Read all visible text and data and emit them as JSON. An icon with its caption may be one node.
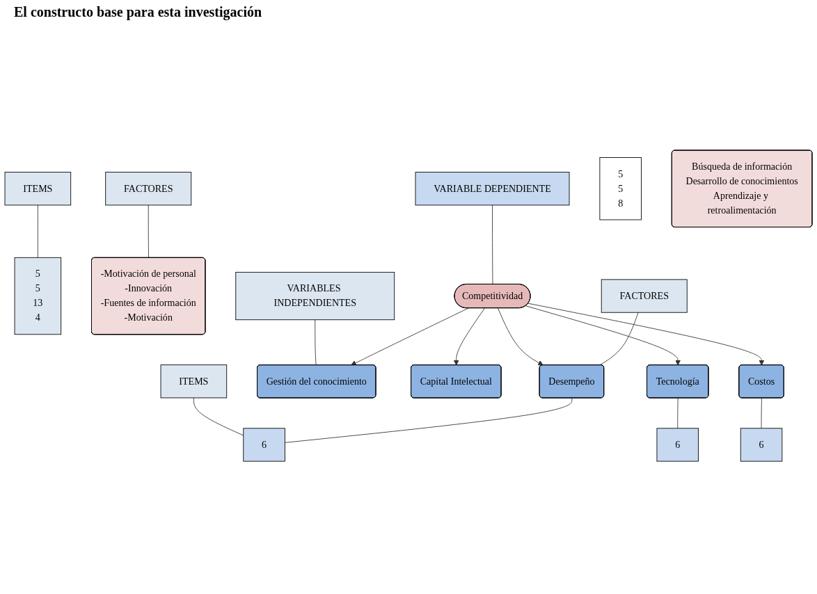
{
  "diagram": {
    "title": "El constructo base para esta investigación",
    "nodes": [
      {
        "text": [
          "ITEMS"
        ]
      },
      {
        "text": [
          "ITEMS"
        ]
      },
      {
        "text": [
          "VARIABLES INDEPENDIENTES"
        ]
      },
      {
        "text": [
          "FACTORES"
        ]
      },
      {
        "text": [
          "FACTORES"
        ]
      },
      {
        "text": [
          "Gestión del conocimiento"
        ]
      },
      {
        "text": [
          "VARIABLE DEPENDIENTE"
        ]
      },
      {
        "text": [
          "6"
        ]
      },
      {
        "text": [
          "5",
          "5",
          "13",
          "4"
        ]
      },
      {
        "text": [
          "-Motivación de personal",
          "-Innovación",
          "-Fuentes de información",
          "-Motivación"
        ]
      },
      {
        "text": [
          "Desempeño"
        ]
      },
      {
        "text": [
          "Competitividad"
        ]
      },
      {
        "text": [
          "6"
        ]
      },
      {
        "text": [
          "Tecnología"
        ]
      },
      {
        "text": [
          "Capital Intelectual"
        ]
      },
      {
        "text": [
          "6"
        ]
      },
      {
        "text": [
          "Costos"
        ]
      },
      {
        "text": [
          "5",
          "5",
          "8"
        ]
      },
      {
        "text": [
          "Búsqueda de información",
          "Desarrollo de conocimientos",
          "Aprendizaje y retroalimentación"
        ]
      }
    ],
    "edges": [
      {
        "from": 1,
        "to": 8,
        "arrow": "none"
      },
      {
        "from": 3,
        "to": 9,
        "arrow": "none"
      },
      {
        "from": 2,
        "to": 5,
        "arrow": "none"
      },
      {
        "from": 11,
        "to": 5,
        "arrow": "to"
      },
      {
        "from": 6,
        "to": 11,
        "arrow": "none"
      },
      {
        "from": 11,
        "to": 10,
        "arrow": "to"
      },
      {
        "from": 4,
        "to": 10,
        "arrow": "none"
      },
      {
        "from": 0,
        "to": 7,
        "arrow": "none"
      },
      {
        "from": 10,
        "to": 7,
        "arrow": "none"
      },
      {
        "from": 11,
        "to": 14,
        "arrow": "to"
      },
      {
        "from": 11,
        "to": 13,
        "arrow": "to"
      },
      {
        "from": 13,
        "to": 12,
        "arrow": "none"
      },
      {
        "from": 11,
        "to": 16,
        "arrow": "to"
      },
      {
        "from": 16,
        "to": 15,
        "arrow": "none"
      }
    ]
  }
}
